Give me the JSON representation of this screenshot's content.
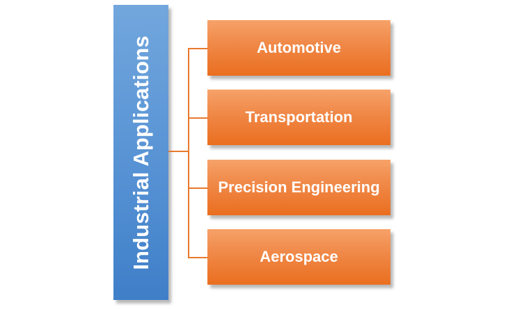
{
  "root": {
    "label": "Industrial Applications",
    "color": "#5792d4"
  },
  "children": [
    {
      "label": "Automotive"
    },
    {
      "label": "Transportation"
    },
    {
      "label": "Precision Engineering"
    },
    {
      "label": "Aerospace"
    }
  ],
  "colors": {
    "root_box": "#5792d4",
    "child_box": "#f08a4a",
    "connector": "#e8792b",
    "text": "#ffffff"
  }
}
